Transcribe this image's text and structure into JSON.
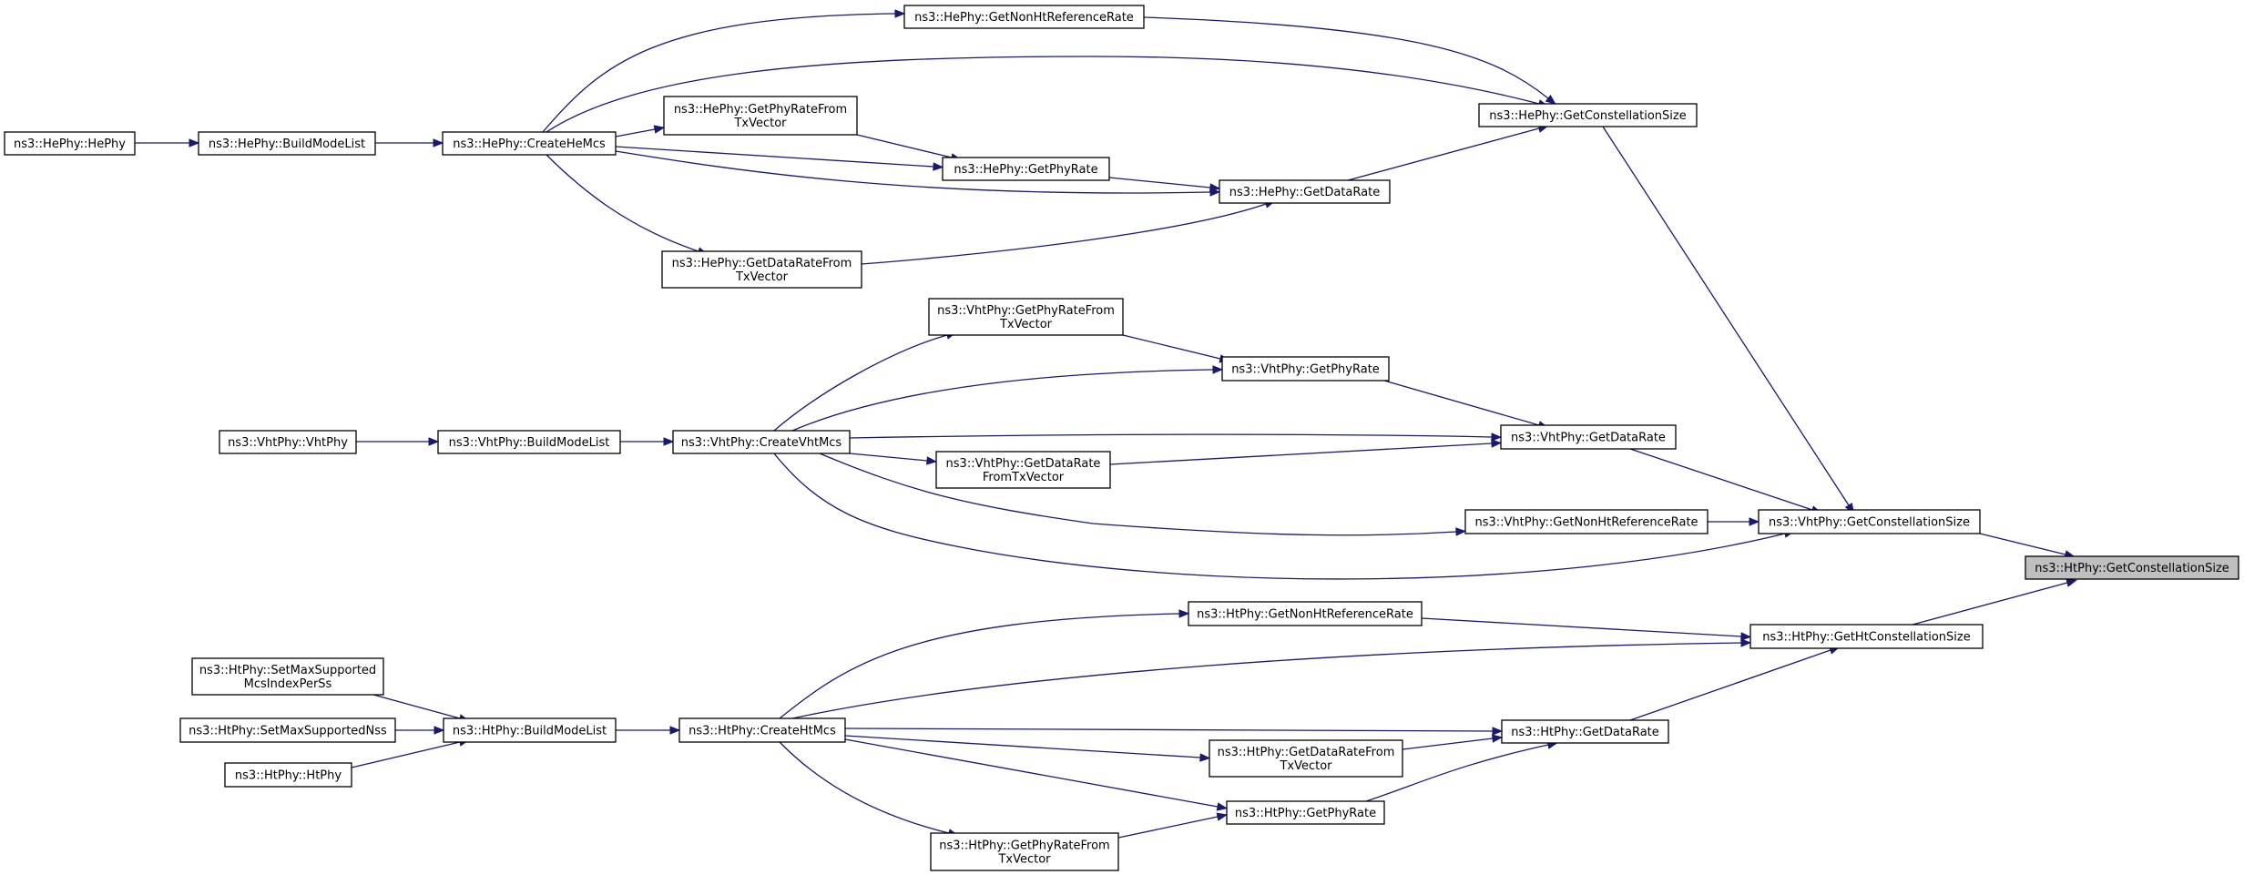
{
  "graph": {
    "title": "",
    "colors": {
      "edge": "#191970",
      "node_border": "#000000",
      "node_fill": "#ffffff",
      "root_fill": "#bfbfbf"
    },
    "nodes": [
      {
        "id": "hephy_hephy",
        "lines": [
          "ns3::HePhy::HePhy"
        ]
      },
      {
        "id": "hephy_buildmodelist",
        "lines": [
          "ns3::HePhy::BuildModeList"
        ]
      },
      {
        "id": "hephy_createhemcs",
        "lines": [
          "ns3::HePhy::CreateHeMcs"
        ]
      },
      {
        "id": "hephy_getnonhtreferencerate",
        "lines": [
          "ns3::HePhy::GetNonHtReferenceRate"
        ]
      },
      {
        "id": "hephy_getphyratefromtxvector",
        "lines": [
          "ns3::HePhy::GetPhyRateFrom",
          "TxVector"
        ]
      },
      {
        "id": "hephy_getphyrate",
        "lines": [
          "ns3::HePhy::GetPhyRate"
        ]
      },
      {
        "id": "hephy_getdatarate",
        "lines": [
          "ns3::HePhy::GetDataRate"
        ]
      },
      {
        "id": "hephy_getdataratefromtxvector",
        "lines": [
          "ns3::HePhy::GetDataRateFrom",
          "TxVector"
        ]
      },
      {
        "id": "hephy_getconstellationsize",
        "lines": [
          "ns3::HePhy::GetConstellationSize"
        ]
      },
      {
        "id": "vhtphy_vhtphy",
        "lines": [
          "ns3::VhtPhy::VhtPhy"
        ]
      },
      {
        "id": "vhtphy_buildmodelist",
        "lines": [
          "ns3::VhtPhy::BuildModeList"
        ]
      },
      {
        "id": "vhtphy_createvhtmcs",
        "lines": [
          "ns3::VhtPhy::CreateVhtMcs"
        ]
      },
      {
        "id": "vhtphy_getphyratefromtxvector",
        "lines": [
          "ns3::VhtPhy::GetPhyRateFrom",
          "TxVector"
        ]
      },
      {
        "id": "vhtphy_getphyrate",
        "lines": [
          "ns3::VhtPhy::GetPhyRate"
        ]
      },
      {
        "id": "vhtphy_getdatarate",
        "lines": [
          "ns3::VhtPhy::GetDataRate"
        ]
      },
      {
        "id": "vhtphy_getdataratefromtxvector",
        "lines": [
          "ns3::VhtPhy::GetDataRate",
          "FromTxVector"
        ]
      },
      {
        "id": "vhtphy_getnonhtreferencerate",
        "lines": [
          "ns3::VhtPhy::GetNonHtReferenceRate"
        ]
      },
      {
        "id": "vhtphy_getconstellationsize",
        "lines": [
          "ns3::VhtPhy::GetConstellationSize"
        ]
      },
      {
        "id": "htphy_getconstellationsize",
        "lines": [
          "ns3::HtPhy::GetConstellationSize"
        ],
        "root": true
      },
      {
        "id": "htphy_setmaxsupportedmcsindexperss",
        "lines": [
          "ns3::HtPhy::SetMaxSupported",
          "McsIndexPerSs"
        ]
      },
      {
        "id": "htphy_setmaxsupportednss",
        "lines": [
          "ns3::HtPhy::SetMaxSupportedNss"
        ]
      },
      {
        "id": "htphy_htphy",
        "lines": [
          "ns3::HtPhy::HtPhy"
        ]
      },
      {
        "id": "htphy_buildmodelist",
        "lines": [
          "ns3::HtPhy::BuildModeList"
        ]
      },
      {
        "id": "htphy_createhtmcs",
        "lines": [
          "ns3::HtPhy::CreateHtMcs"
        ]
      },
      {
        "id": "htphy_getnonhtreferencerate",
        "lines": [
          "ns3::HtPhy::GetNonHtReferenceRate"
        ]
      },
      {
        "id": "htphy_getdataratefromtxvector",
        "lines": [
          "ns3::HtPhy::GetDataRateFrom",
          "TxVector"
        ]
      },
      {
        "id": "htphy_getphyrate",
        "lines": [
          "ns3::HtPhy::GetPhyRate"
        ]
      },
      {
        "id": "htphy_getphyratefromtxvector",
        "lines": [
          "ns3::HtPhy::GetPhyRateFrom",
          "TxVector"
        ]
      },
      {
        "id": "htphy_getdatarate",
        "lines": [
          "ns3::HtPhy::GetDataRate"
        ]
      },
      {
        "id": "htphy_gethtconstellationsize",
        "lines": [
          "ns3::HtPhy::GetHtConstellationSize"
        ]
      }
    ],
    "edges": [
      {
        "from": "hephy_hephy",
        "to": "hephy_buildmodelist"
      },
      {
        "from": "hephy_buildmodelist",
        "to": "hephy_createhemcs"
      },
      {
        "from": "hephy_createhemcs",
        "to": "hephy_getnonhtreferencerate"
      },
      {
        "from": "hephy_createhemcs",
        "to": "hephy_getconstellationsize"
      },
      {
        "from": "hephy_createhemcs",
        "to": "hephy_getphyratefromtxvector"
      },
      {
        "from": "hephy_createhemcs",
        "to": "hephy_getphyrate"
      },
      {
        "from": "hephy_createhemcs",
        "to": "hephy_getdatarate"
      },
      {
        "from": "hephy_createhemcs",
        "to": "hephy_getdataratefromtxvector"
      },
      {
        "from": "hephy_getphyratefromtxvector",
        "to": "hephy_getphyrate"
      },
      {
        "from": "hephy_getphyrate",
        "to": "hephy_getdatarate"
      },
      {
        "from": "hephy_getdataratefromtxvector",
        "to": "hephy_getdatarate"
      },
      {
        "from": "hephy_getnonhtreferencerate",
        "to": "hephy_getconstellationsize"
      },
      {
        "from": "hephy_getdatarate",
        "to": "hephy_getconstellationsize"
      },
      {
        "from": "hephy_getconstellationsize",
        "to": "vhtphy_getconstellationsize"
      },
      {
        "from": "vhtphy_vhtphy",
        "to": "vhtphy_buildmodelist"
      },
      {
        "from": "vhtphy_buildmodelist",
        "to": "vhtphy_createvhtmcs"
      },
      {
        "from": "vhtphy_createvhtmcs",
        "to": "vhtphy_getphyratefromtxvector"
      },
      {
        "from": "vhtphy_createvhtmcs",
        "to": "vhtphy_getphyrate"
      },
      {
        "from": "vhtphy_createvhtmcs",
        "to": "vhtphy_getdatarate"
      },
      {
        "from": "vhtphy_createvhtmcs",
        "to": "vhtphy_getdataratefromtxvector"
      },
      {
        "from": "vhtphy_createvhtmcs",
        "to": "vhtphy_getnonhtreferencerate"
      },
      {
        "from": "vhtphy_createvhtmcs",
        "to": "vhtphy_getconstellationsize"
      },
      {
        "from": "vhtphy_getphyratefromtxvector",
        "to": "vhtphy_getphyrate"
      },
      {
        "from": "vhtphy_getphyrate",
        "to": "vhtphy_getdatarate"
      },
      {
        "from": "vhtphy_getdataratefromtxvector",
        "to": "vhtphy_getdatarate"
      },
      {
        "from": "vhtphy_getdatarate",
        "to": "vhtphy_getconstellationsize"
      },
      {
        "from": "vhtphy_getnonhtreferencerate",
        "to": "vhtphy_getconstellationsize"
      },
      {
        "from": "vhtphy_getconstellationsize",
        "to": "htphy_getconstellationsize"
      },
      {
        "from": "htphy_setmaxsupportedmcsindexperss",
        "to": "htphy_buildmodelist"
      },
      {
        "from": "htphy_setmaxsupportednss",
        "to": "htphy_buildmodelist"
      },
      {
        "from": "htphy_htphy",
        "to": "htphy_buildmodelist"
      },
      {
        "from": "htphy_buildmodelist",
        "to": "htphy_createhtmcs"
      },
      {
        "from": "htphy_createhtmcs",
        "to": "htphy_getnonhtreferencerate"
      },
      {
        "from": "htphy_createhtmcs",
        "to": "htphy_gethtconstellationsize"
      },
      {
        "from": "htphy_createhtmcs",
        "to": "htphy_getdatarate"
      },
      {
        "from": "htphy_createhtmcs",
        "to": "htphy_getdataratefromtxvector"
      },
      {
        "from": "htphy_createhtmcs",
        "to": "htphy_getphyrate"
      },
      {
        "from": "htphy_createhtmcs",
        "to": "htphy_getphyratefromtxvector"
      },
      {
        "from": "htphy_getnonhtreferencerate",
        "to": "htphy_gethtconstellationsize"
      },
      {
        "from": "htphy_getdataratefromtxvector",
        "to": "htphy_getdatarate"
      },
      {
        "from": "htphy_getphyrate",
        "to": "htphy_getdatarate"
      },
      {
        "from": "htphy_getphyratefromtxvector",
        "to": "htphy_getphyrate"
      },
      {
        "from": "htphy_getdatarate",
        "to": "htphy_gethtconstellationsize"
      },
      {
        "from": "htphy_gethtconstellationsize",
        "to": "htphy_getconstellationsize"
      }
    ]
  }
}
